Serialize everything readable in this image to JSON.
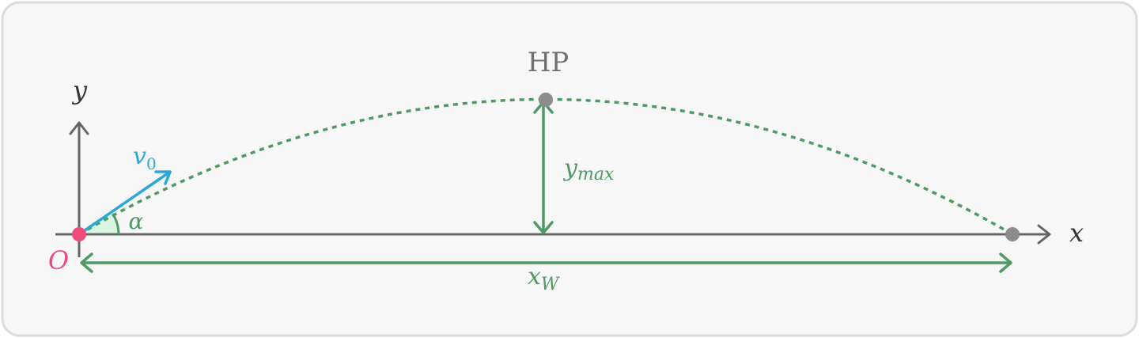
{
  "diagram": {
    "labels": {
      "hp": "HP",
      "y_axis": "y",
      "x_axis": "x",
      "origin": "O",
      "velocity_main": "v",
      "velocity_sub": "0",
      "angle": "α",
      "ymax_main": "y",
      "ymax_sub": "max",
      "xw_main": "x",
      "xw_sub": "W"
    },
    "colors": {
      "panel_bg": "#f7f7f7",
      "panel_border": "#dcdcdc",
      "axis": "#666666",
      "trajectory": "#4f9a64",
      "velocity": "#2ba8d8",
      "origin": "#ef4a7c",
      "points": "#8c8c8c",
      "angle_fill": "#d9f5e1"
    }
  }
}
